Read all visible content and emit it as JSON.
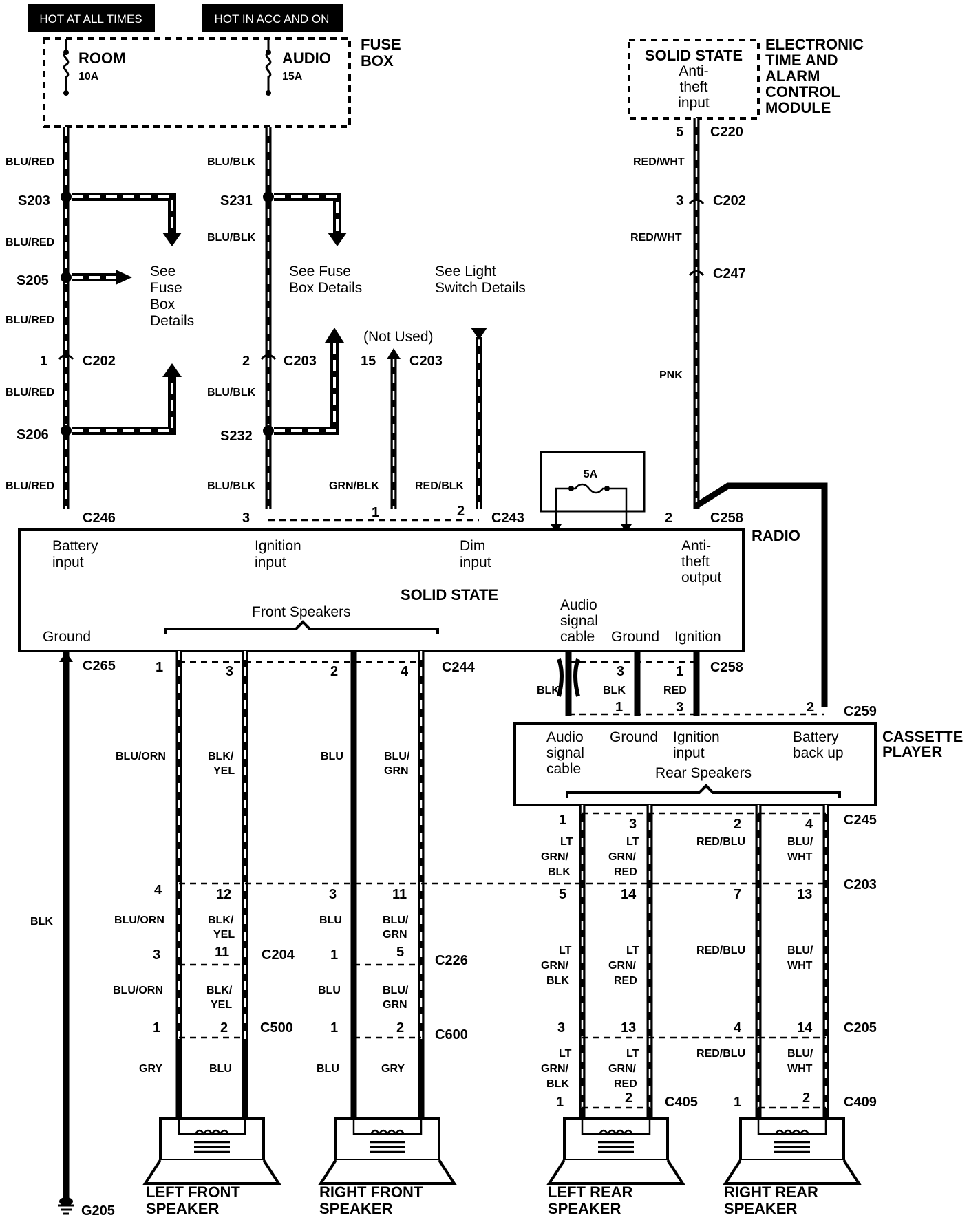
{
  "header": {
    "hot_at_all_times": "HOT AT ALL TIMES",
    "hot_in_acc_and_on": "HOT IN ACC AND ON"
  },
  "fuse_box": {
    "title_line1": "FUSE",
    "title_line2": "BOX",
    "room_fuse": "ROOM",
    "room_rating": "10A",
    "audio_fuse": "AUDIO",
    "audio_rating": "15A"
  },
  "etacm": {
    "solid_state": "SOLID STATE",
    "input_line1": "Anti-",
    "input_line2": "theft",
    "input_line3": "input",
    "title_lines": [
      "ELECTRONIC",
      "TIME AND",
      "ALARM",
      "CONTROL",
      "MODULE"
    ]
  },
  "wire_colors": {
    "blu_red": "BLU/RED",
    "blu_blk": "BLU/BLK",
    "red_wht": "RED/WHT",
    "pnk": "PNK",
    "grn_blk": "GRN/BLK",
    "red_blk": "RED/BLK",
    "blk": "BLK",
    "red": "RED",
    "blu_orn": "BLU/ORN",
    "blk_yel_1": "BLK/",
    "blk_yel_2": "YEL",
    "blu": "BLU",
    "blu_grn_1": "BLU/",
    "blu_grn_2": "GRN",
    "gry": "GRY",
    "lt": "LT",
    "grn_slash": "GRN/",
    "blk_part": "BLK",
    "red_part": "RED",
    "red_blu": "RED/BLU",
    "blu_slash": "BLU/",
    "wht": "WHT"
  },
  "splices": {
    "s203": "S203",
    "s205": "S205",
    "s206": "S206",
    "s231": "S231",
    "s232": "S232"
  },
  "connectors": {
    "c202": "C202",
    "c203": "C203",
    "c220": "C220",
    "c247": "C247",
    "c243": "C243",
    "c246": "C246",
    "c258": "C258",
    "c265": "C265",
    "c244": "C244",
    "c259": "C259",
    "c245": "C245",
    "c204": "C204",
    "c226": "C226",
    "c500": "C500",
    "c600": "C600",
    "c205": "C205",
    "c405": "C405",
    "c409": "C409",
    "g205": "G205"
  },
  "notes": {
    "see_fuse_box_1": "See",
    "see_fuse_box_2": "Fuse",
    "see_fuse_box_3": "Box",
    "see_fuse_box_4": "Details",
    "see_fuse_box_details_1": "See Fuse",
    "see_fuse_box_details_2": "Box Details",
    "see_light_1": "See Light",
    "see_light_2": "Switch Details",
    "not_used": "(Not Used)",
    "inline_fuse": "5A"
  },
  "radio": {
    "title": "RADIO",
    "battery_input_1": "Battery",
    "battery_input_2": "input",
    "ignition_input_1": "Ignition",
    "ignition_input_2": "input",
    "dim_input_1": "Dim",
    "dim_input_2": "input",
    "antitheft_output_1": "Anti-",
    "antitheft_output_2": "theft",
    "antitheft_output_3": "output",
    "solid_state": "SOLID STATE",
    "front_speakers": "Front Speakers",
    "audio_signal_1": "Audio",
    "audio_signal_2": "signal",
    "audio_signal_3": "cable",
    "ground": "Ground",
    "ground2": "Ground",
    "ignition": "Ignition"
  },
  "cassette": {
    "title_1": "CASSETTE",
    "title_2": "PLAYER",
    "audio_signal_1": "Audio",
    "audio_signal_2": "signal",
    "audio_signal_3": "cable",
    "ground": "Ground",
    "ignition_input_1": "Ignition",
    "ignition_input_2": "input",
    "battery_backup_1": "Battery",
    "battery_backup_2": "back up",
    "rear_speakers": "Rear Speakers"
  },
  "speakers": {
    "left_front_1": "LEFT FRONT",
    "left_front_2": "SPEAKER",
    "right_front_1": "RIGHT FRONT",
    "right_front_2": "SPEAKER",
    "left_rear_1": "LEFT REAR",
    "left_rear_2": "SPEAKER",
    "right_rear_1": "RIGHT REAR",
    "right_rear_2": "SPEAKER"
  },
  "pins": {
    "p1": "1",
    "p2": "2",
    "p3": "3",
    "p4": "4",
    "p5": "5",
    "p7": "7",
    "p11": "11",
    "p12": "12",
    "p13": "13",
    "p14": "14",
    "p15": "15"
  }
}
